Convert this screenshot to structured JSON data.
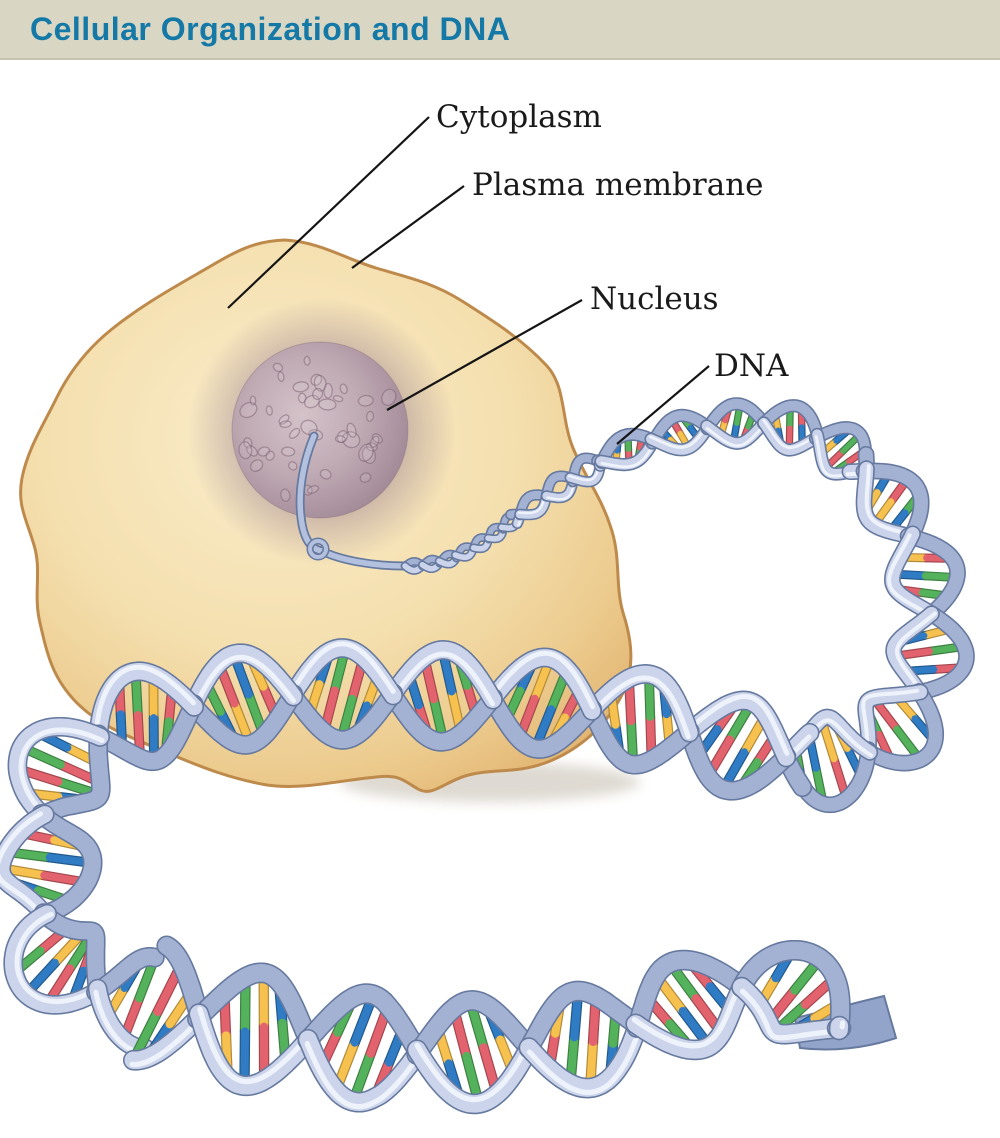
{
  "header": {
    "title": "Cellular Organization and DNA"
  },
  "figure": {
    "labels": {
      "cytoplasm": "Cytoplasm",
      "plasma_membrane": "Plasma membrane",
      "nucleus": "Nucleus",
      "dna": "DNA"
    },
    "colors": {
      "header_bar": "#D9D6C3",
      "title_text": "#1579A7",
      "background": "#FFFFFF",
      "cell_fill_light": "#FAEDCB",
      "cell_fill": "#F2D9A4",
      "cell_fill_deep": "#E0B06C",
      "cell_edge": "#BE8A4C",
      "nucleus_light": "#D4C2C9",
      "nucleus_fill": "#B49CA8",
      "nucleus_dark": "#997F8D",
      "dna_ribbon": "#CBD4EA",
      "dna_ribbon_back": "#A3B1D3",
      "dna_ribbon_outline": "#66799F",
      "dna_ribbon_highlight": "#EEF2FB",
      "base_pair_red": "#E2636E",
      "base_pair_green": "#55B25C",
      "base_pair_blue": "#2F7BC4",
      "base_pair_yellow": "#F6C14F",
      "label_text": "#1A1A1A",
      "leader_line": "#151515"
    },
    "base_pair_sequence": [
      [
        "yellow",
        "blue"
      ],
      [
        "red",
        "green"
      ],
      [
        "green",
        "red"
      ],
      [
        "blue",
        "yellow"
      ],
      [
        "red",
        "yellow"
      ],
      [
        "green",
        "blue"
      ],
      [
        "yellow",
        "red"
      ],
      [
        "blue",
        "green"
      ],
      [
        "red",
        "green"
      ],
      [
        "yellow",
        "blue"
      ],
      [
        "green",
        "red"
      ],
      [
        "red",
        "blue"
      ]
    ]
  }
}
